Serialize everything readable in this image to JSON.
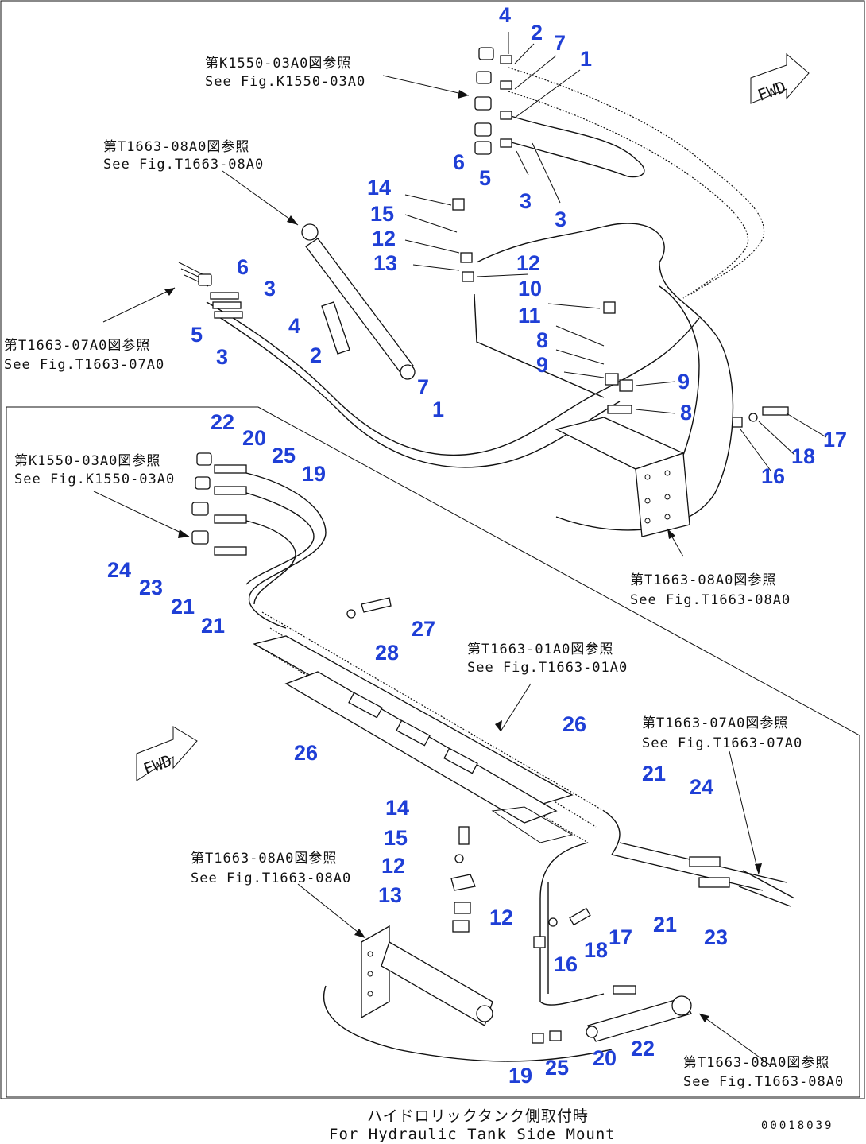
{
  "diagram": {
    "ref_texts": {
      "upper_k1550_jp": "第K1550-03A0図参照",
      "upper_k1550_en": "See Fig.K1550-03A0",
      "upper_t1663_08_jp": "第T1663-08A0図参照",
      "upper_t1663_08_en": "See Fig.T1663-08A0",
      "left_t1663_07_jp": "第T1663-07A0図参照",
      "left_t1663_07_en": "See Fig.T1663-07A0",
      "lower_k1550_jp": "第K1550-03A0図参照",
      "lower_k1550_en": "See Fig.K1550-03A0",
      "right_t1663_08_jp": "第T1663-08A0図参照",
      "right_t1663_08_en": "See Fig.T1663-08A0",
      "mid_t1663_01_jp": "第T1663-01A0図参照",
      "mid_t1663_01_en": "See Fig.T1663-01A0",
      "right_t1663_07_jp": "第T1663-07A0図参照",
      "right_t1663_07_en": "See Fig.T1663-07A0",
      "low_t1663_08_jp": "第T1663-08A0図参照",
      "low_t1663_08_en": "See Fig.T1663-08A0",
      "br_t1663_08_jp": "第T1663-08A0図参照",
      "br_t1663_08_en": "See Fig.T1663-08A0"
    },
    "fwd_label": "FWD",
    "caption_jp": "ハイドロリックタンク側取付時",
    "caption_en": "For Hydraulic Tank Side Mount",
    "drawing_code": "00018039",
    "part_numbers": {
      "u4": "4",
      "u2": "2",
      "u7": "7",
      "u1": "1",
      "u6": "6",
      "u5": "5",
      "u3a": "3",
      "u3b": "3",
      "u14": "14",
      "u15": "15",
      "u12a": "12",
      "u13": "13",
      "u12b": "12",
      "u10": "10",
      "u11": "11",
      "u8a": "8",
      "u9a": "9",
      "u9b": "9",
      "u8b": "8",
      "l6": "6",
      "l3a": "3",
      "l5": "5",
      "l3b": "3",
      "l4": "4",
      "l2": "2",
      "l7": "7",
      "l1": "1",
      "r17": "17",
      "r18": "18",
      "r16": "16",
      "b22": "22",
      "b20": "20",
      "b25": "25",
      "b19": "19",
      "b24": "24",
      "b23": "23",
      "b21a": "21",
      "b21b": "21",
      "b27": "27",
      "b28": "28",
      "b26a": "26",
      "b26b": "26",
      "c21a": "21",
      "c24": "24",
      "c21b": "21",
      "c23": "23",
      "d14": "14",
      "d15": "15",
      "d12a": "12",
      "d13": "13",
      "d12b": "12",
      "d17": "17",
      "d18": "18",
      "d16": "16",
      "e19": "19",
      "e25": "25",
      "e20": "20",
      "e22": "22"
    }
  }
}
